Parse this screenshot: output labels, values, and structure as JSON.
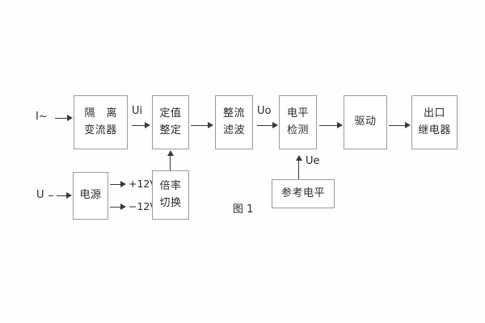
{
  "figure": {
    "caption": "图 1",
    "background": "#fefefe",
    "box_border_color": "#9a9a9a",
    "line_color": "#3a3a3a"
  },
  "inputs": {
    "current": "I~",
    "voltage": "U"
  },
  "signals": {
    "ui": "Ui",
    "uo": "Uo",
    "ue": "Ue",
    "pos12": "+12V",
    "neg12": "−12V"
  },
  "blocks": {
    "isolation": {
      "line1": "隔 离",
      "line2": "变流器"
    },
    "setting": {
      "line1": "定值",
      "line2": "整定"
    },
    "rectify": {
      "line1": "整流",
      "line2": "滤波"
    },
    "level_detect": {
      "line1": "电平",
      "line2": "检测"
    },
    "drive": {
      "line1": "驱动"
    },
    "output_relay": {
      "line1": "出口",
      "line2": "继电器"
    },
    "power_supply": {
      "line1": "电源"
    },
    "multiplier_switch": {
      "line1": "倍率",
      "line2": "切换"
    },
    "reference_level": {
      "line1": "参考电平"
    }
  }
}
